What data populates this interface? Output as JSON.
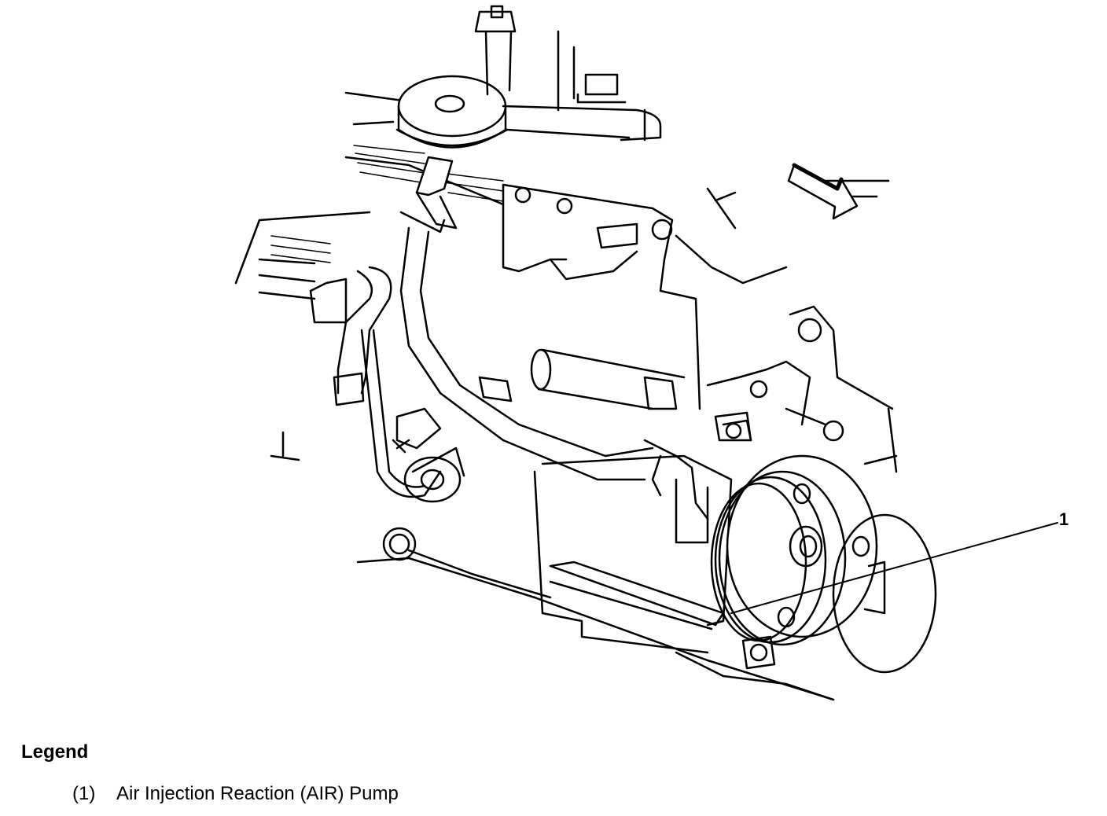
{
  "callouts": [
    {
      "id": "1",
      "label": "1"
    }
  ],
  "legend": {
    "title": "Legend",
    "items": [
      {
        "number": "(1)",
        "text": "Air Injection Reaction (AIR) Pump"
      }
    ]
  },
  "icons": {
    "direction_arrow": "front-direction-arrow-icon"
  }
}
